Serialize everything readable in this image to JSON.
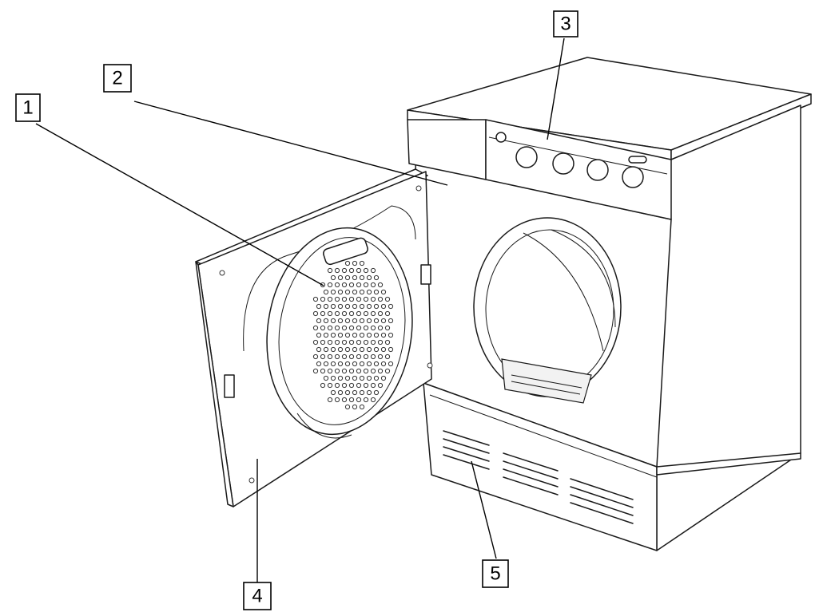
{
  "diagram": {
    "callouts": [
      {
        "id": "1",
        "label": "1"
      },
      {
        "id": "2",
        "label": "2"
      },
      {
        "id": "3",
        "label": "3"
      },
      {
        "id": "4",
        "label": "4"
      },
      {
        "id": "5",
        "label": "5"
      }
    ]
  },
  "colors": {
    "line": "#1a1a1a",
    "background": "#ffffff"
  }
}
